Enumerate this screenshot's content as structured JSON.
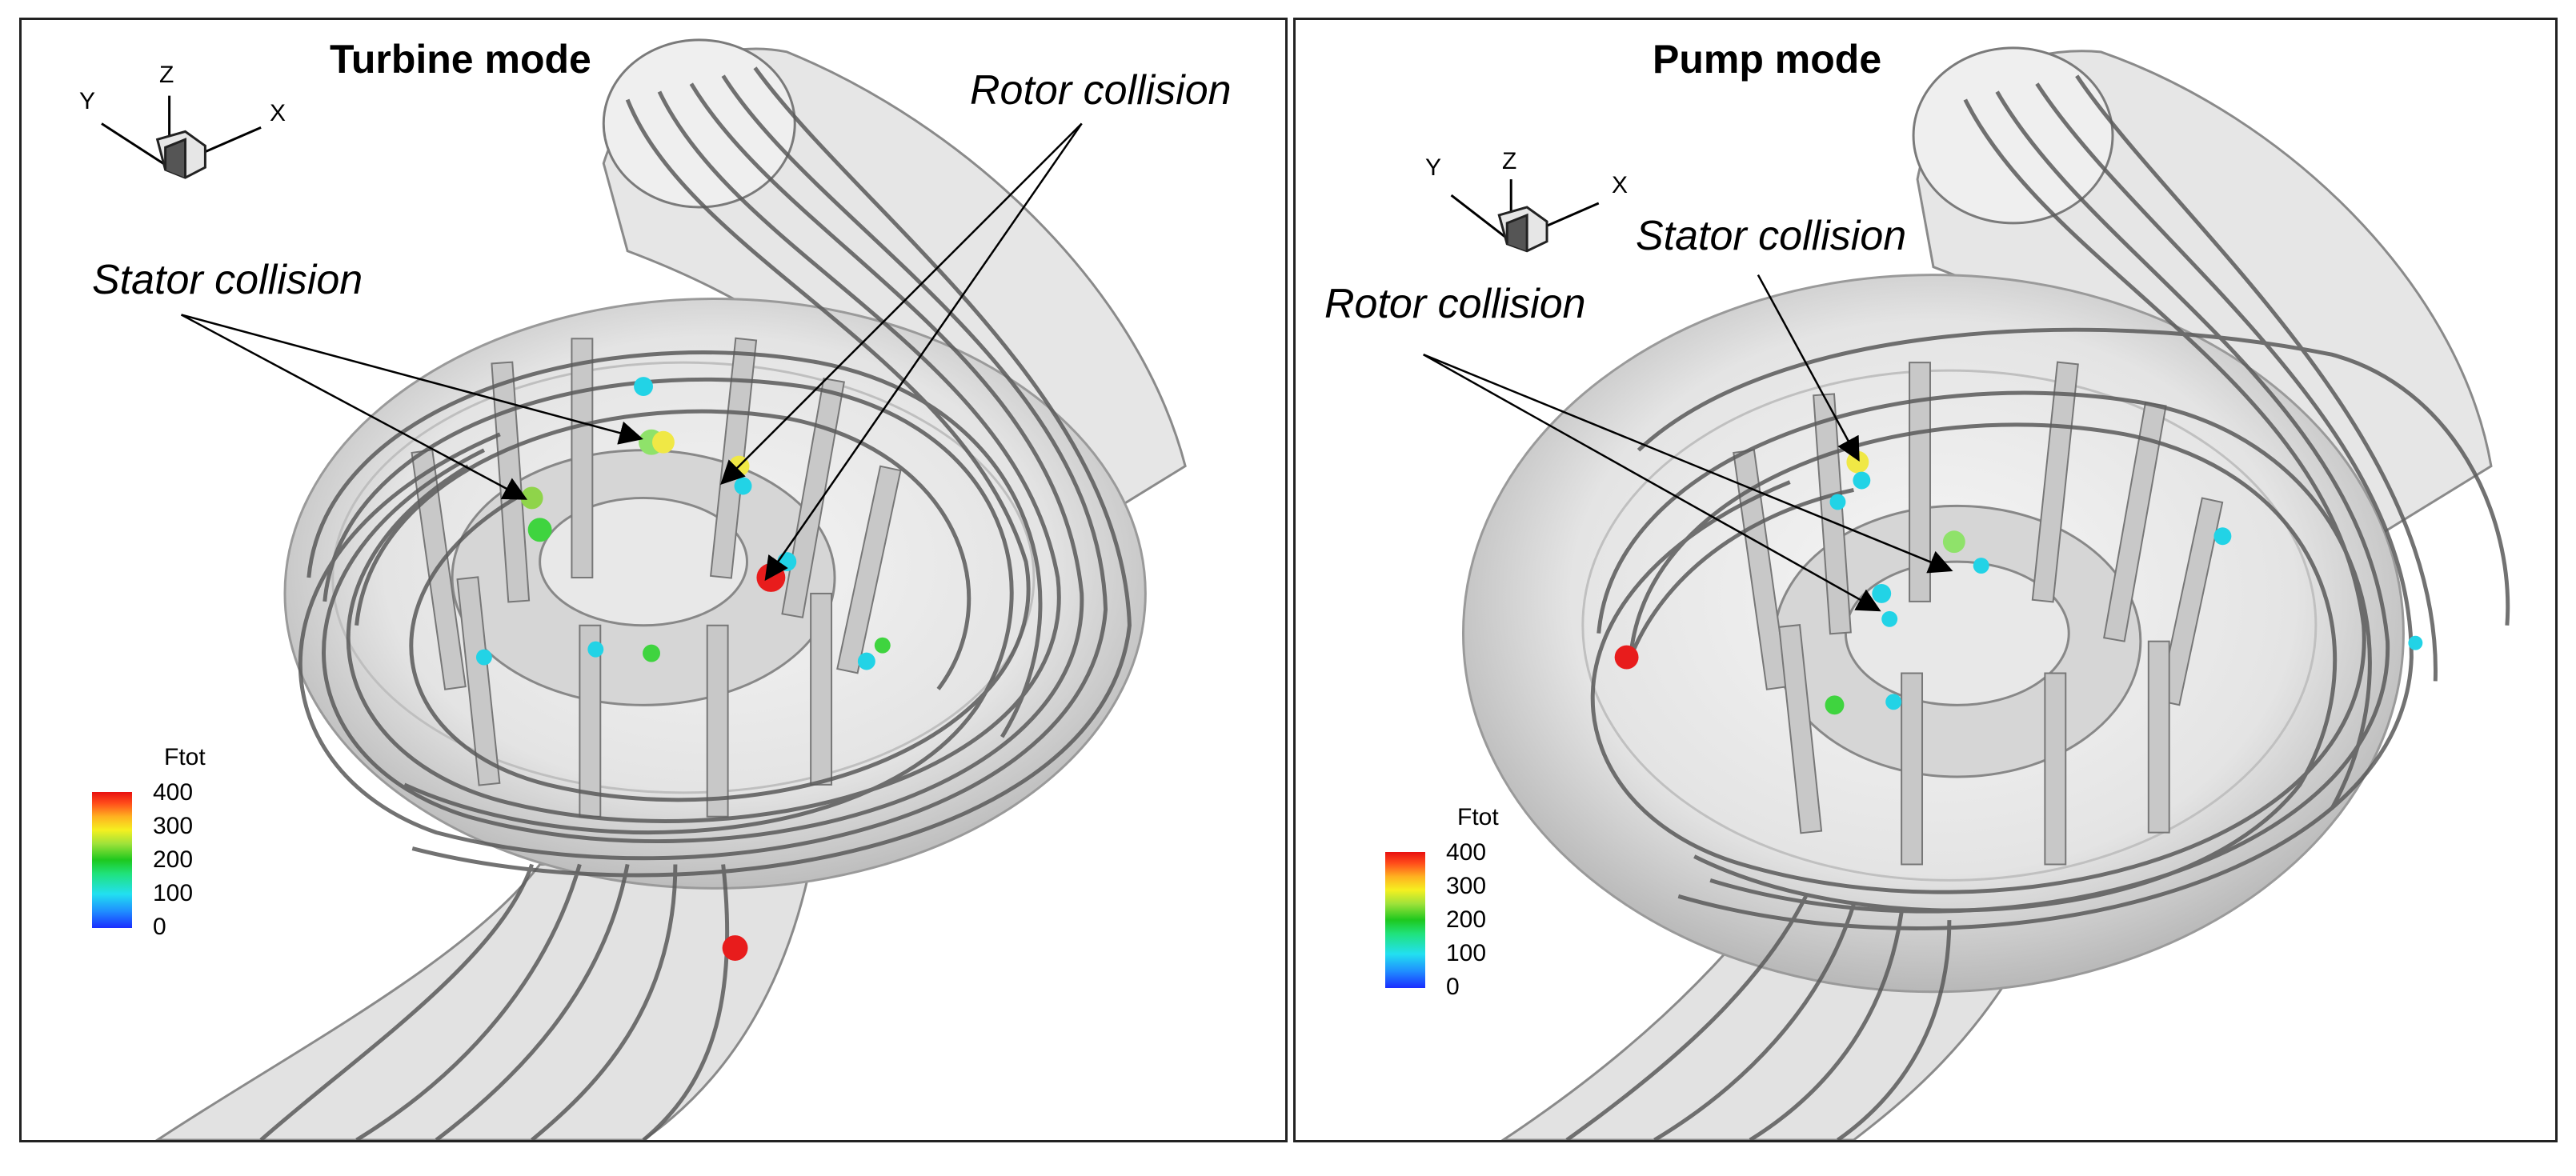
{
  "panels": {
    "left": {
      "title": "Turbine mode",
      "annotations": {
        "rotor": "Rotor collision",
        "stator": "Stator collision"
      },
      "legend": {
        "title": "Ftot",
        "ticks": [
          "400",
          "300",
          "200",
          "100",
          "0"
        ]
      },
      "axes": {
        "x": "X",
        "y": "Y",
        "z": "Z"
      }
    },
    "right": {
      "title": "Pump mode",
      "annotations": {
        "rotor": "Rotor collision",
        "stator": "Stator collision"
      },
      "legend": {
        "title": "Ftot",
        "ticks": [
          "400",
          "300",
          "200",
          "100",
          "0"
        ]
      },
      "axes": {
        "x": "X",
        "y": "Y",
        "z": "Z"
      }
    }
  },
  "colors": {
    "streamline": "#5a5a5a",
    "casing": "#d8d8d8",
    "particle_low": "#22d3e6",
    "particle_mid": "#3fd43f",
    "particle_high": "#e81c1c"
  }
}
